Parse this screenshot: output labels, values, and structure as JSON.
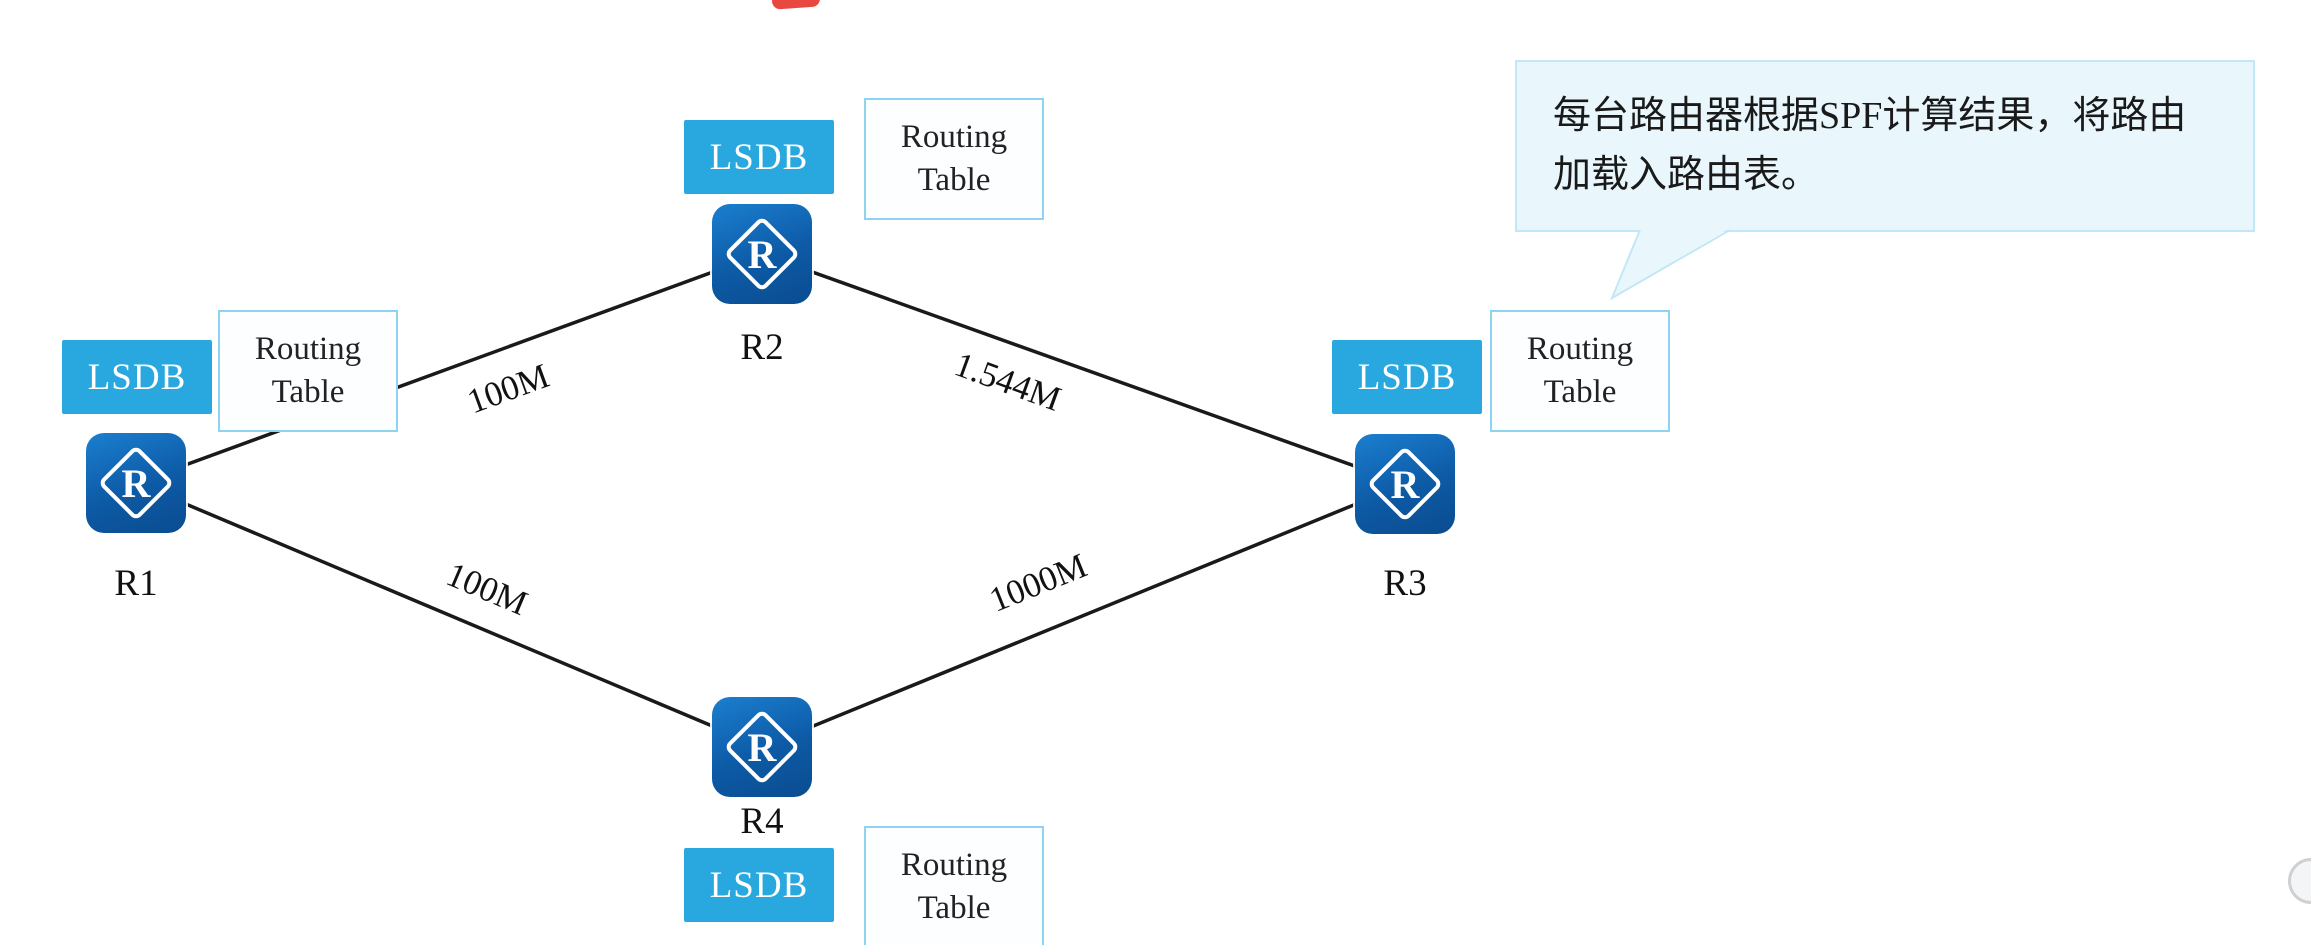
{
  "nodes": [
    {
      "id": "R1",
      "label": "R1",
      "lsdb": "LSDB",
      "routing_table": {
        "line1": "Routing",
        "line2": "Table"
      }
    },
    {
      "id": "R2",
      "label": "R2",
      "lsdb": "LSDB",
      "routing_table": {
        "line1": "Routing",
        "line2": "Table"
      }
    },
    {
      "id": "R3",
      "label": "R3",
      "lsdb": "LSDB",
      "routing_table": {
        "line1": "Routing",
        "line2": "Table"
      }
    },
    {
      "id": "R4",
      "label": "R4",
      "lsdb": "LSDB",
      "routing_table": {
        "line1": "Routing",
        "line2": "Table"
      }
    }
  ],
  "links": [
    {
      "from": "R1",
      "to": "R2",
      "bandwidth": "100M"
    },
    {
      "from": "R2",
      "to": "R3",
      "bandwidth": "1.544M"
    },
    {
      "from": "R1",
      "to": "R4",
      "bandwidth": "100M"
    },
    {
      "from": "R4",
      "to": "R3",
      "bandwidth": "1000M"
    }
  ],
  "router_icon": {
    "letter": "R"
  },
  "callout": {
    "line1": "每台路由器根据SPF计算结果，将路由",
    "line2": "加载入路由表。"
  },
  "colors": {
    "lsdb_bg": "#29a8df",
    "router_blue": "#0d5aa5",
    "line": "#1a1a1a",
    "callout_bg": "#e9f7fd",
    "callout_border": "#c2e7f6",
    "routing_table_border": "#8ed4f0"
  }
}
